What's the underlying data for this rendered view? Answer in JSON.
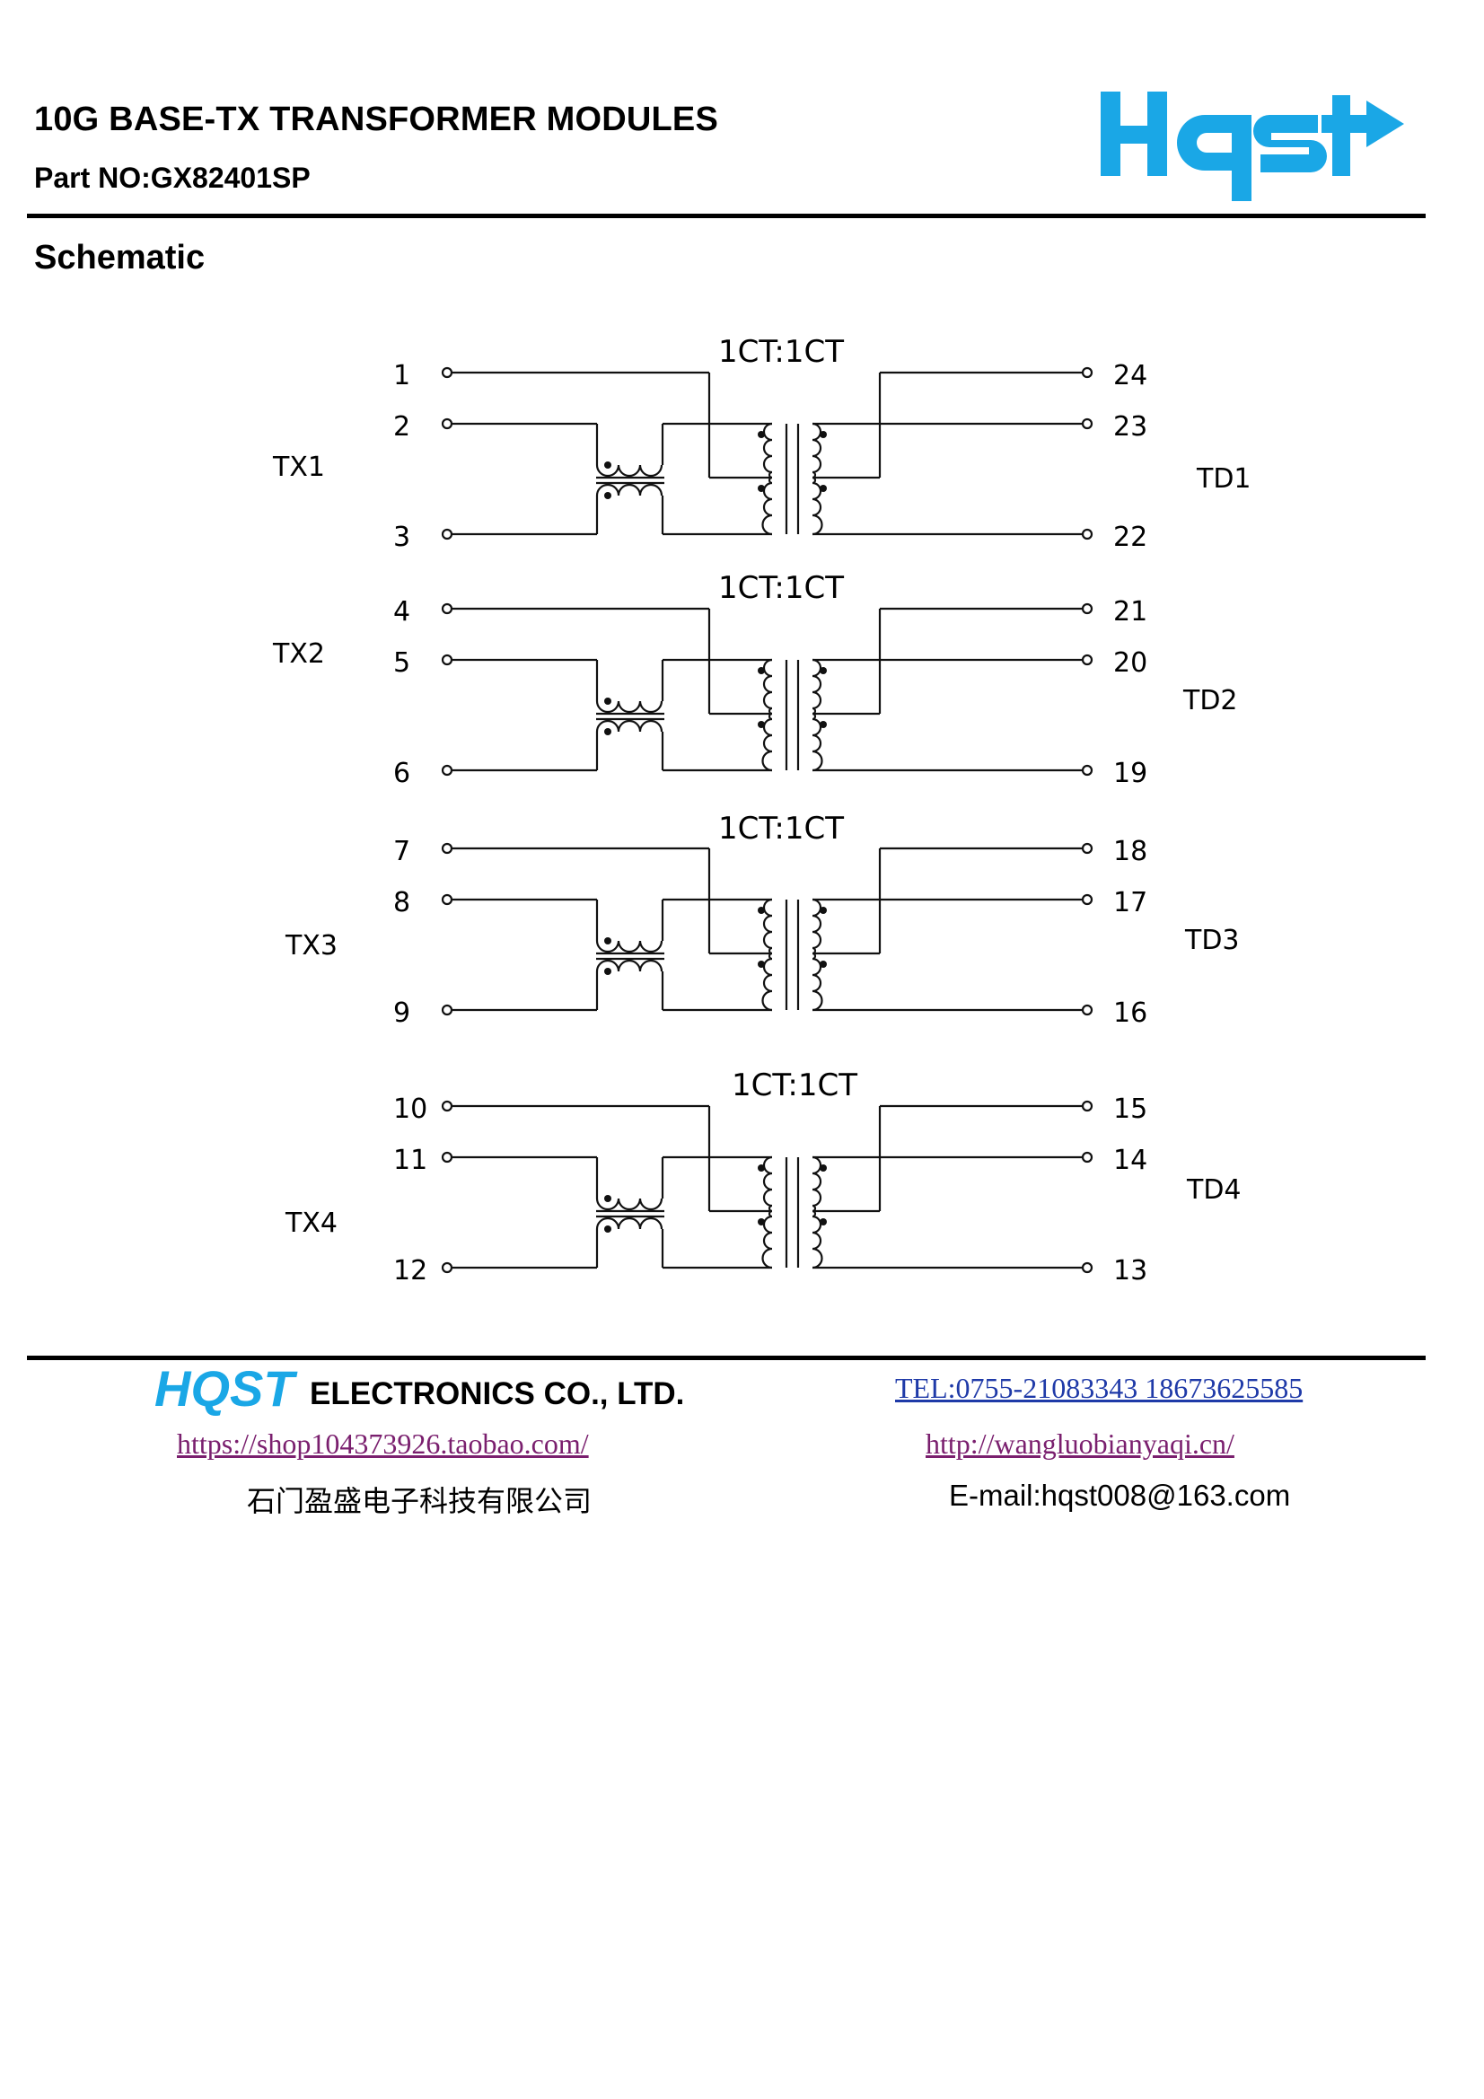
{
  "header": {
    "title": "10G BASE-TX TRANSFORMER MODULES",
    "part_no": "Part NO:GX82401SP",
    "logo_text": "Hqst"
  },
  "section_title": "Schematic",
  "schematic": {
    "channels": [
      {
        "ratio": "1CT:1CT",
        "left_label": "TX1",
        "right_label": "TD1",
        "left_pins": [
          "1",
          "2",
          "3"
        ],
        "right_pins": [
          "24",
          "23",
          "22"
        ]
      },
      {
        "ratio": "1CT:1CT",
        "left_label": "TX2",
        "right_label": "TD2",
        "left_pins": [
          "4",
          "5",
          "6"
        ],
        "right_pins": [
          "21",
          "20",
          "19"
        ]
      },
      {
        "ratio": "1CT:1CT",
        "left_label": "TX3",
        "right_label": "TD3",
        "left_pins": [
          "7",
          "8",
          "9"
        ],
        "right_pins": [
          "18",
          "17",
          "16"
        ]
      },
      {
        "ratio": "1CT:1CT",
        "left_label": "TX4",
        "right_label": "TD4",
        "left_pins": [
          "10",
          "11",
          "12"
        ],
        "right_pins": [
          "15",
          "14",
          "13"
        ]
      }
    ]
  },
  "footer": {
    "brand": "HQST",
    "company": "ELECTRONICS CO., LTD.",
    "shop_url": "https://shop104373926.taobao.com/",
    "tel": "TEL:0755-21083343 18673625585",
    "website": "http://wangluobianyaqi.cn/",
    "company_cn": "石门盈盛电子科技有限公司",
    "email": "E-mail:hqst008@163.com"
  },
  "colors": {
    "logo_blue": "#1aa7e6",
    "visited_link": "#7a1f6e",
    "link_blue": "#1f3aa8"
  }
}
